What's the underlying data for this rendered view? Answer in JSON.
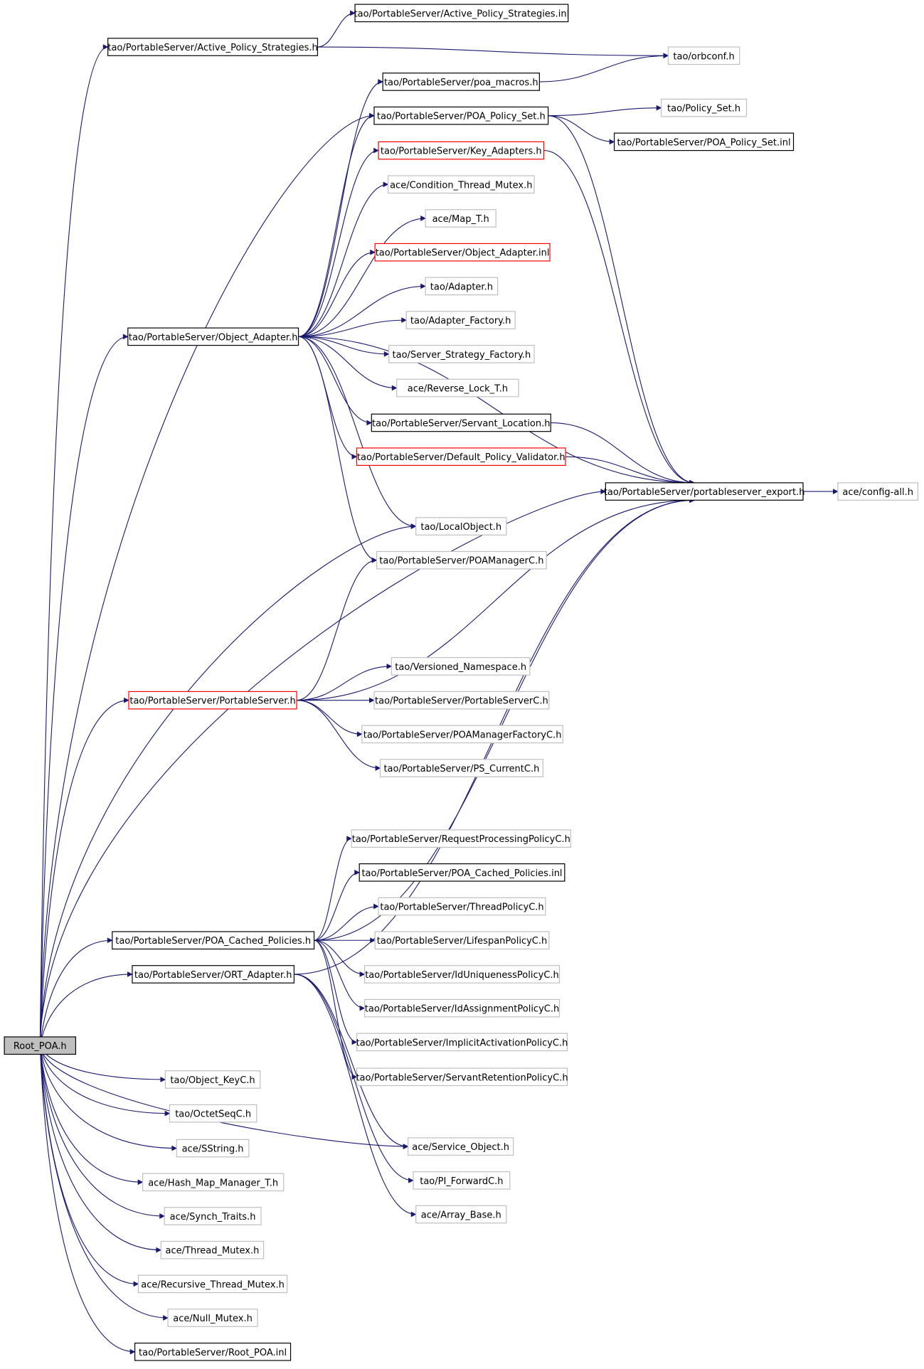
{
  "diagram": {
    "colors": {
      "edge": "#191970",
      "box_border_documented": "#000000",
      "box_border_undocumented": "#bfbfbf",
      "box_border_incomplete": "#ff0000",
      "root_fill": "#bfbfbf"
    },
    "nodes": [
      {
        "id": "root",
        "label": "Root_POA.h",
        "style": "root"
      },
      {
        "id": "aps_inl",
        "label": "tao/PortableServer/Active_Policy_Strategies.inl",
        "style": "black"
      },
      {
        "id": "aps_h",
        "label": "tao/PortableServer/Active_Policy_Strategies.h",
        "style": "black"
      },
      {
        "id": "orbconf",
        "label": "tao/orbconf.h",
        "style": "gray"
      },
      {
        "id": "poa_macros",
        "label": "tao/PortableServer/poa_macros.h",
        "style": "black"
      },
      {
        "id": "pps_h",
        "label": "tao/PortableServer/POA_Policy_Set.h",
        "style": "black"
      },
      {
        "id": "policy_set",
        "label": "tao/Policy_Set.h",
        "style": "gray"
      },
      {
        "id": "pps_inl",
        "label": "tao/PortableServer/POA_Policy_Set.inl",
        "style": "black"
      },
      {
        "id": "key_adapters",
        "label": "tao/PortableServer/Key_Adapters.h",
        "style": "red"
      },
      {
        "id": "cond_mutex",
        "label": "ace/Condition_Thread_Mutex.h",
        "style": "gray"
      },
      {
        "id": "map_t",
        "label": "ace/Map_T.h",
        "style": "gray"
      },
      {
        "id": "oa_inl",
        "label": "tao/PortableServer/Object_Adapter.inl",
        "style": "red"
      },
      {
        "id": "adapter",
        "label": "tao/Adapter.h",
        "style": "gray"
      },
      {
        "id": "adapter_factory",
        "label": "tao/Adapter_Factory.h",
        "style": "gray"
      },
      {
        "id": "oa_h",
        "label": "tao/PortableServer/Object_Adapter.h",
        "style": "black"
      },
      {
        "id": "ssf",
        "label": "tao/Server_Strategy_Factory.h",
        "style": "gray"
      },
      {
        "id": "rev_lock",
        "label": "ace/Reverse_Lock_T.h",
        "style": "gray"
      },
      {
        "id": "servant_loc",
        "label": "tao/PortableServer/Servant_Location.h",
        "style": "black"
      },
      {
        "id": "dpv",
        "label": "tao/PortableServer/Default_Policy_Validator.h",
        "style": "red"
      },
      {
        "id": "ps_export",
        "label": "tao/PortableServer/portableserver_export.h",
        "style": "black"
      },
      {
        "id": "config_all",
        "label": "ace/config-all.h",
        "style": "gray"
      },
      {
        "id": "local_object",
        "label": "tao/LocalObject.h",
        "style": "gray"
      },
      {
        "id": "poamgr_c",
        "label": "tao/PortableServer/POAManagerC.h",
        "style": "gray"
      },
      {
        "id": "versioned_ns",
        "label": "tao/Versioned_Namespace.h",
        "style": "gray"
      },
      {
        "id": "ps_h",
        "label": "tao/PortableServer/PortableServer.h",
        "style": "red"
      },
      {
        "id": "ps_c",
        "label": "tao/PortableServer/PortableServerC.h",
        "style": "gray"
      },
      {
        "id": "poamgr_fac_c",
        "label": "tao/PortableServer/POAManagerFactoryC.h",
        "style": "gray"
      },
      {
        "id": "ps_current_c",
        "label": "tao/PortableServer/PS_CurrentC.h",
        "style": "gray"
      },
      {
        "id": "rpp_c",
        "label": "tao/PortableServer/RequestProcessingPolicyC.h",
        "style": "gray"
      },
      {
        "id": "pcp_inl",
        "label": "tao/PortableServer/POA_Cached_Policies.inl",
        "style": "black"
      },
      {
        "id": "thread_pol_c",
        "label": "tao/PortableServer/ThreadPolicyC.h",
        "style": "gray"
      },
      {
        "id": "pcp_h",
        "label": "tao/PortableServer/POA_Cached_Policies.h",
        "style": "black"
      },
      {
        "id": "lifespan_c",
        "label": "tao/PortableServer/LifespanPolicyC.h",
        "style": "gray"
      },
      {
        "id": "ort_adapter",
        "label": "tao/PortableServer/ORT_Adapter.h",
        "style": "black"
      },
      {
        "id": "iduniq_c",
        "label": "tao/PortableServer/IdUniquenessPolicyC.h",
        "style": "gray"
      },
      {
        "id": "idassign_c",
        "label": "tao/PortableServer/IdAssignmentPolicyC.h",
        "style": "gray"
      },
      {
        "id": "implicit_c",
        "label": "tao/PortableServer/ImplicitActivationPolicyC.h",
        "style": "gray"
      },
      {
        "id": "servret_c",
        "label": "tao/PortableServer/ServantRetentionPolicyC.h",
        "style": "gray"
      },
      {
        "id": "object_key_c",
        "label": "tao/Object_KeyC.h",
        "style": "gray"
      },
      {
        "id": "service_object",
        "label": "ace/Service_Object.h",
        "style": "gray"
      },
      {
        "id": "octet_seq_c",
        "label": "tao/OctetSeqC.h",
        "style": "gray"
      },
      {
        "id": "pi_forward_c",
        "label": "tao/PI_ForwardC.h",
        "style": "gray"
      },
      {
        "id": "sstring",
        "label": "ace/SString.h",
        "style": "gray"
      },
      {
        "id": "array_base",
        "label": "ace/Array_Base.h",
        "style": "gray"
      },
      {
        "id": "hash_map",
        "label": "ace/Hash_Map_Manager_T.h",
        "style": "gray"
      },
      {
        "id": "synch_traits",
        "label": "ace/Synch_Traits.h",
        "style": "gray"
      },
      {
        "id": "thread_mutex",
        "label": "ace/Thread_Mutex.h",
        "style": "gray"
      },
      {
        "id": "rec_thread_mutex",
        "label": "ace/Recursive_Thread_Mutex.h",
        "style": "gray"
      },
      {
        "id": "null_mutex",
        "label": "ace/Null_Mutex.h",
        "style": "gray"
      },
      {
        "id": "root_poa_inl",
        "label": "tao/PortableServer/Root_POA.inl",
        "style": "black"
      }
    ],
    "edges": [
      [
        "root",
        "aps_h"
      ],
      [
        "root",
        "pps_h"
      ],
      [
        "root",
        "oa_h"
      ],
      [
        "root",
        "local_object"
      ],
      [
        "root",
        "ps_export"
      ],
      [
        "root",
        "ps_h"
      ],
      [
        "root",
        "pcp_h"
      ],
      [
        "root",
        "ort_adapter"
      ],
      [
        "root",
        "object_key_c"
      ],
      [
        "root",
        "octet_seq_c"
      ],
      [
        "root",
        "sstring"
      ],
      [
        "root",
        "hash_map"
      ],
      [
        "root",
        "synch_traits"
      ],
      [
        "root",
        "thread_mutex"
      ],
      [
        "root",
        "rec_thread_mutex"
      ],
      [
        "root",
        "null_mutex"
      ],
      [
        "root",
        "root_poa_inl"
      ],
      [
        "root",
        "service_object"
      ],
      [
        "aps_h",
        "aps_inl"
      ],
      [
        "aps_h",
        "orbconf"
      ],
      [
        "poa_macros",
        "orbconf"
      ],
      [
        "pps_h",
        "policy_set"
      ],
      [
        "pps_h",
        "pps_inl"
      ],
      [
        "pps_h",
        "ps_export"
      ],
      [
        "key_adapters",
        "ps_export"
      ],
      [
        "oa_h",
        "poa_macros"
      ],
      [
        "oa_h",
        "pps_h"
      ],
      [
        "oa_h",
        "key_adapters"
      ],
      [
        "oa_h",
        "cond_mutex"
      ],
      [
        "oa_h",
        "map_t"
      ],
      [
        "oa_h",
        "oa_inl"
      ],
      [
        "oa_h",
        "adapter"
      ],
      [
        "oa_h",
        "adapter_factory"
      ],
      [
        "oa_h",
        "ssf"
      ],
      [
        "oa_h",
        "rev_lock"
      ],
      [
        "oa_h",
        "servant_loc"
      ],
      [
        "oa_h",
        "dpv"
      ],
      [
        "oa_h",
        "ps_export"
      ],
      [
        "oa_h",
        "local_object"
      ],
      [
        "oa_h",
        "poamgr_c"
      ],
      [
        "servant_loc",
        "ps_export"
      ],
      [
        "dpv",
        "ps_export"
      ],
      [
        "ps_export",
        "config_all"
      ],
      [
        "ps_h",
        "poamgr_c"
      ],
      [
        "ps_h",
        "ps_export"
      ],
      [
        "ps_h",
        "versioned_ns"
      ],
      [
        "ps_h",
        "ps_c"
      ],
      [
        "ps_h",
        "poamgr_fac_c"
      ],
      [
        "ps_h",
        "ps_current_c"
      ],
      [
        "pcp_h",
        "ps_export"
      ],
      [
        "pcp_h",
        "rpp_c"
      ],
      [
        "pcp_h",
        "pcp_inl"
      ],
      [
        "pcp_h",
        "thread_pol_c"
      ],
      [
        "pcp_h",
        "lifespan_c"
      ],
      [
        "pcp_h",
        "iduniq_c"
      ],
      [
        "pcp_h",
        "idassign_c"
      ],
      [
        "pcp_h",
        "implicit_c"
      ],
      [
        "pcp_h",
        "servret_c"
      ],
      [
        "ort_adapter",
        "ps_export"
      ],
      [
        "ort_adapter",
        "service_object"
      ],
      [
        "ort_adapter",
        "pi_forward_c"
      ],
      [
        "ort_adapter",
        "array_base"
      ]
    ]
  }
}
